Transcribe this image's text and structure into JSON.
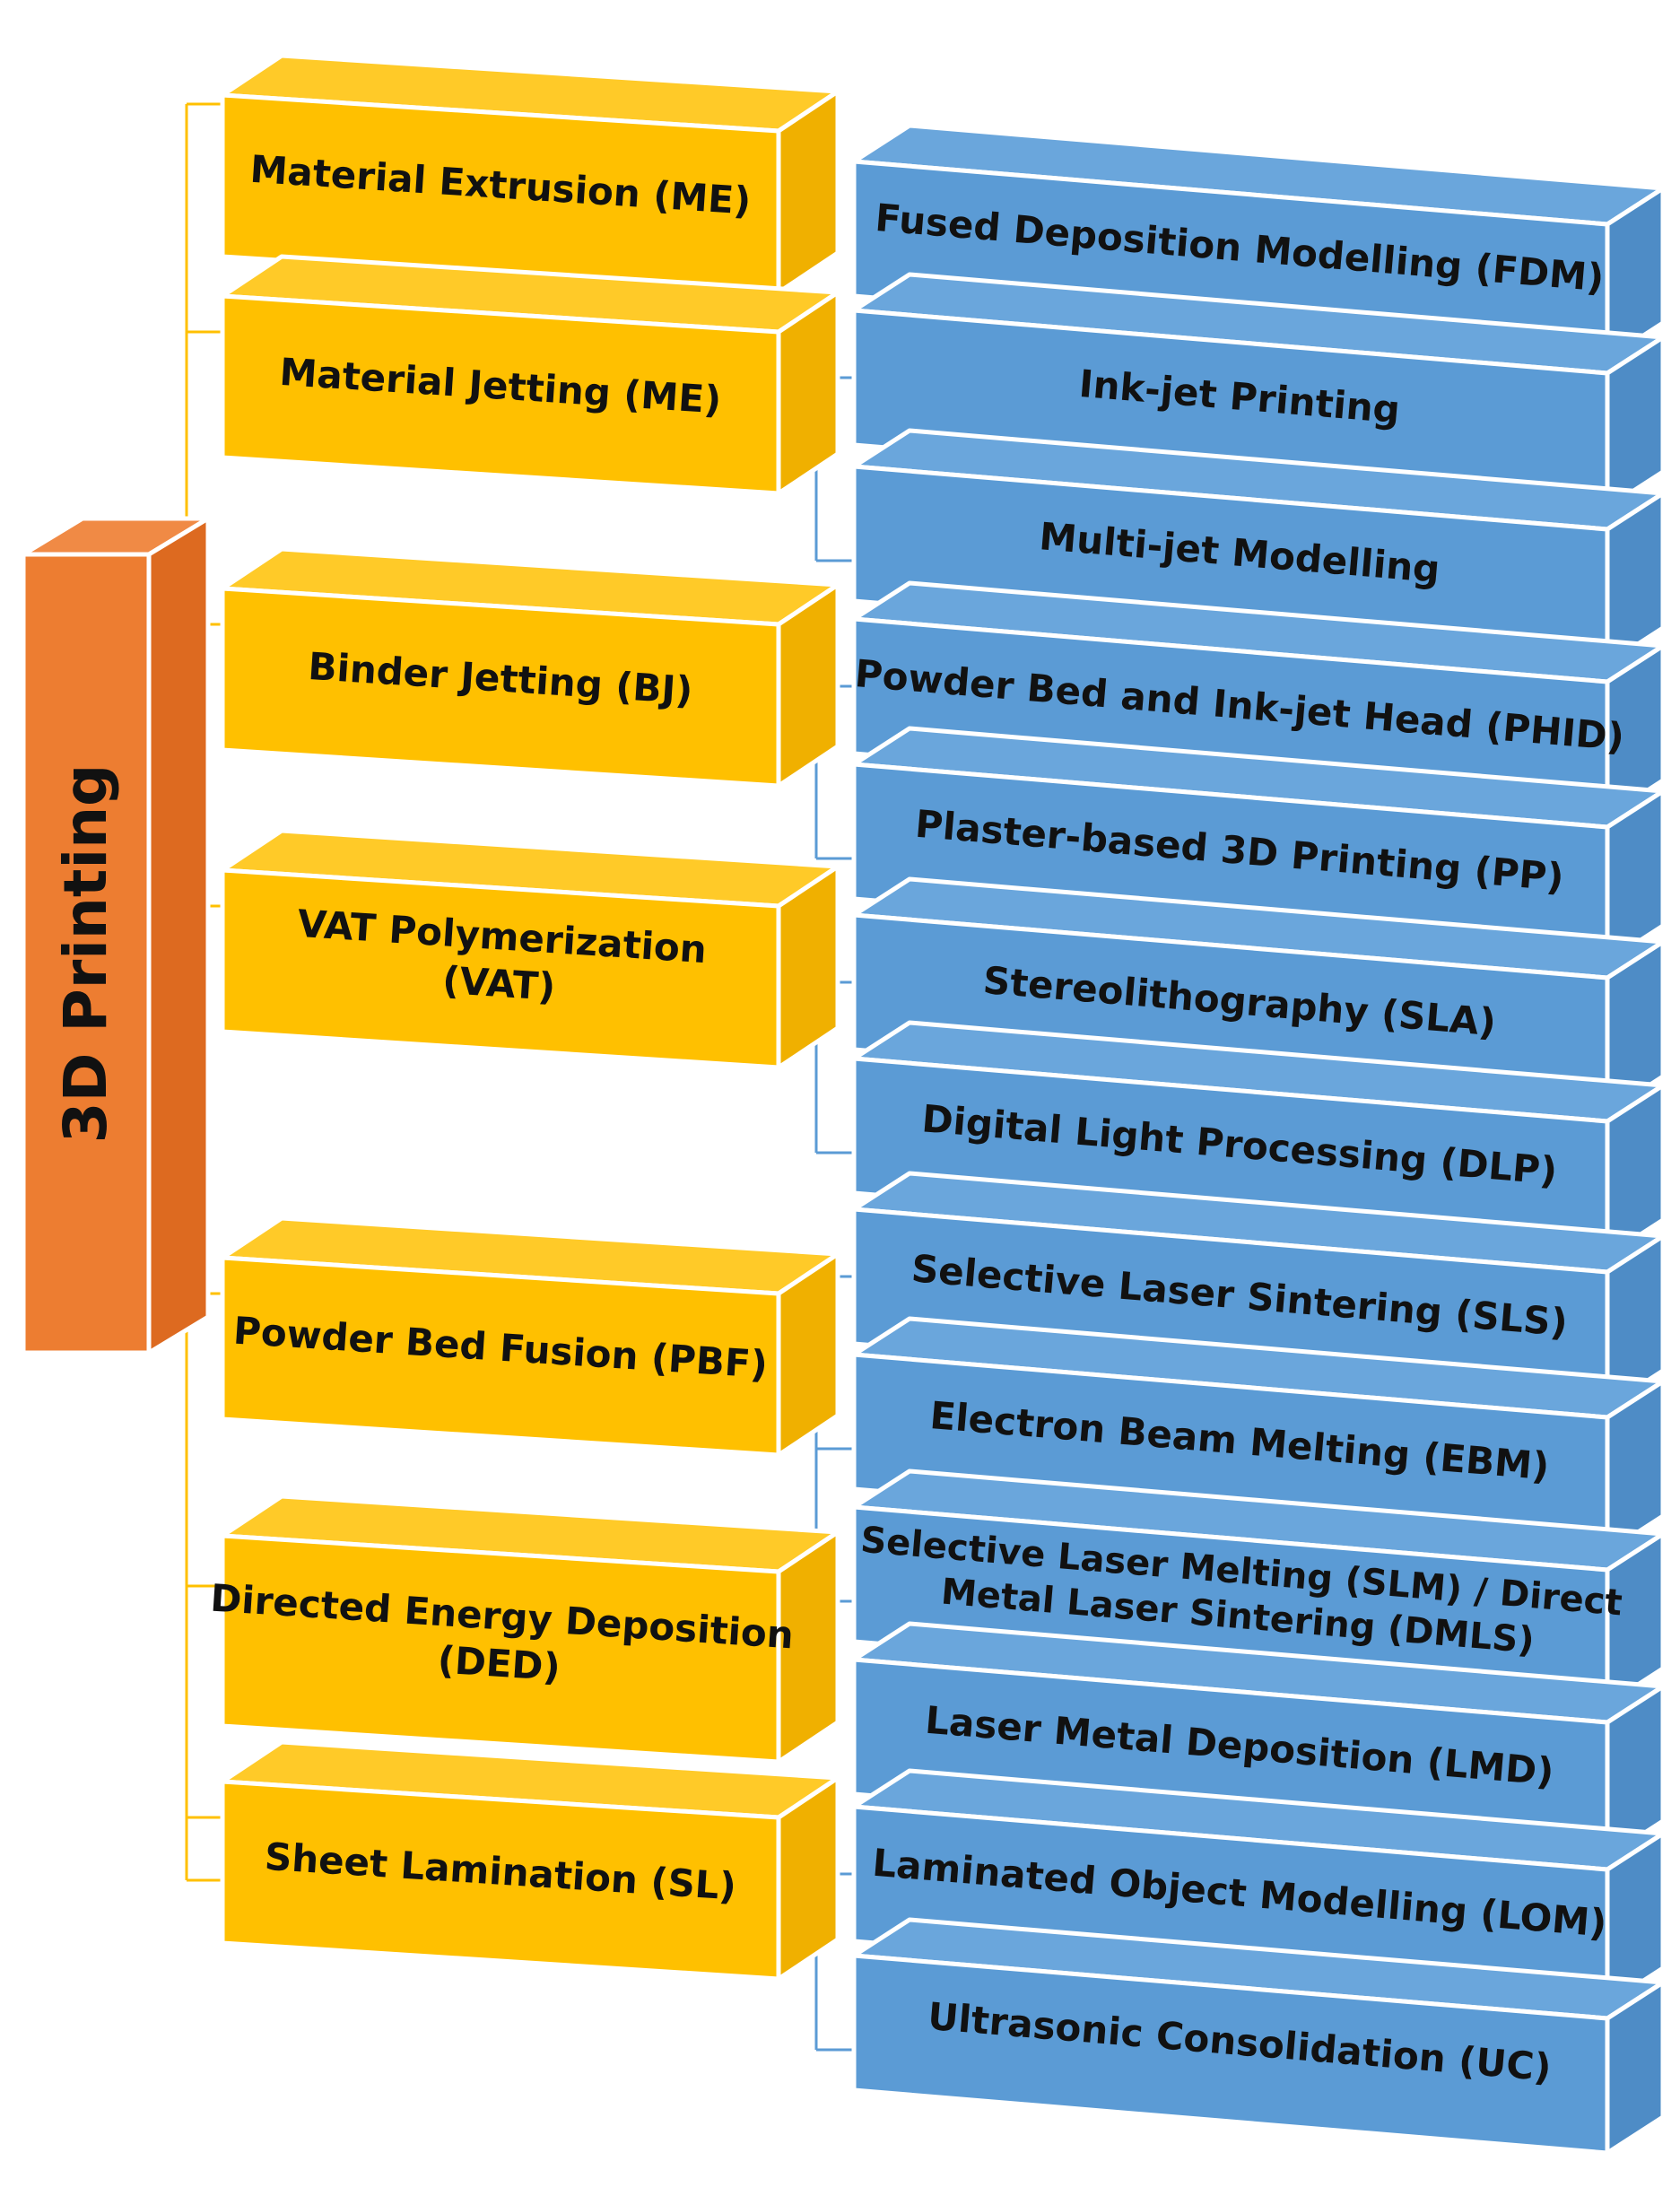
{
  "root": {
    "label": "3D Printing"
  },
  "categories": [
    {
      "id": "me",
      "label": [
        "Material Extrusion (ME)"
      ],
      "methods": [
        [
          "Fused Deposition Modelling (FDM)"
        ]
      ]
    },
    {
      "id": "mj",
      "label": [
        "Material Jetting (ME)"
      ],
      "methods": [
        [
          "Ink-jet Printing"
        ],
        [
          "Multi-jet Modelling"
        ]
      ]
    },
    {
      "id": "bj",
      "label": [
        "Binder Jetting (BJ)"
      ],
      "methods": [
        [
          "Powder Bed and Ink-jet Head (PHID)"
        ],
        [
          "Plaster-based 3D Printing (PP)"
        ]
      ]
    },
    {
      "id": "vat",
      "label": [
        "VAT Polymerization",
        "(VAT)"
      ],
      "methods": [
        [
          "Stereolithography (SLA)"
        ],
        [
          "Digital Light Processing (DLP)"
        ]
      ]
    },
    {
      "id": "pbf",
      "label": [
        "Powder Bed Fusion (PBF)"
      ],
      "methods": [
        [
          "Selective Laser Sintering (SLS)"
        ],
        [
          "Electron Beam Melting (EBM)"
        ],
        [
          "Selective Laser Melting (SLM) / Direct",
          "Metal Laser Sintering (DMLS)"
        ]
      ]
    },
    {
      "id": "ded",
      "label": [
        "Directed Energy Deposition",
        "(DED)"
      ],
      "methods": [
        [
          "Laser Metal Deposition (LMD)"
        ]
      ]
    },
    {
      "id": "sl",
      "label": [
        "Sheet Lamination (SL)"
      ],
      "methods": [
        [
          "Laminated Object Modelling (LOM)"
        ],
        [
          "Ultrasonic Consolidation (UC)"
        ]
      ]
    }
  ],
  "colors": {
    "root_front": "#ED7D31",
    "root_top": "#F08A45",
    "root_side": "#DD6A20",
    "cat_front": "#FFC000",
    "cat_top": "#FFCA28",
    "cat_side": "#F0B000",
    "method_front": "#5B9BD5",
    "method_top": "#6AA6DC",
    "method_side": "#4E8CC6",
    "root_connector": "#FFC000",
    "method_connector": "#5B9BD5",
    "edge": "#ffffff",
    "text": "#111111"
  }
}
